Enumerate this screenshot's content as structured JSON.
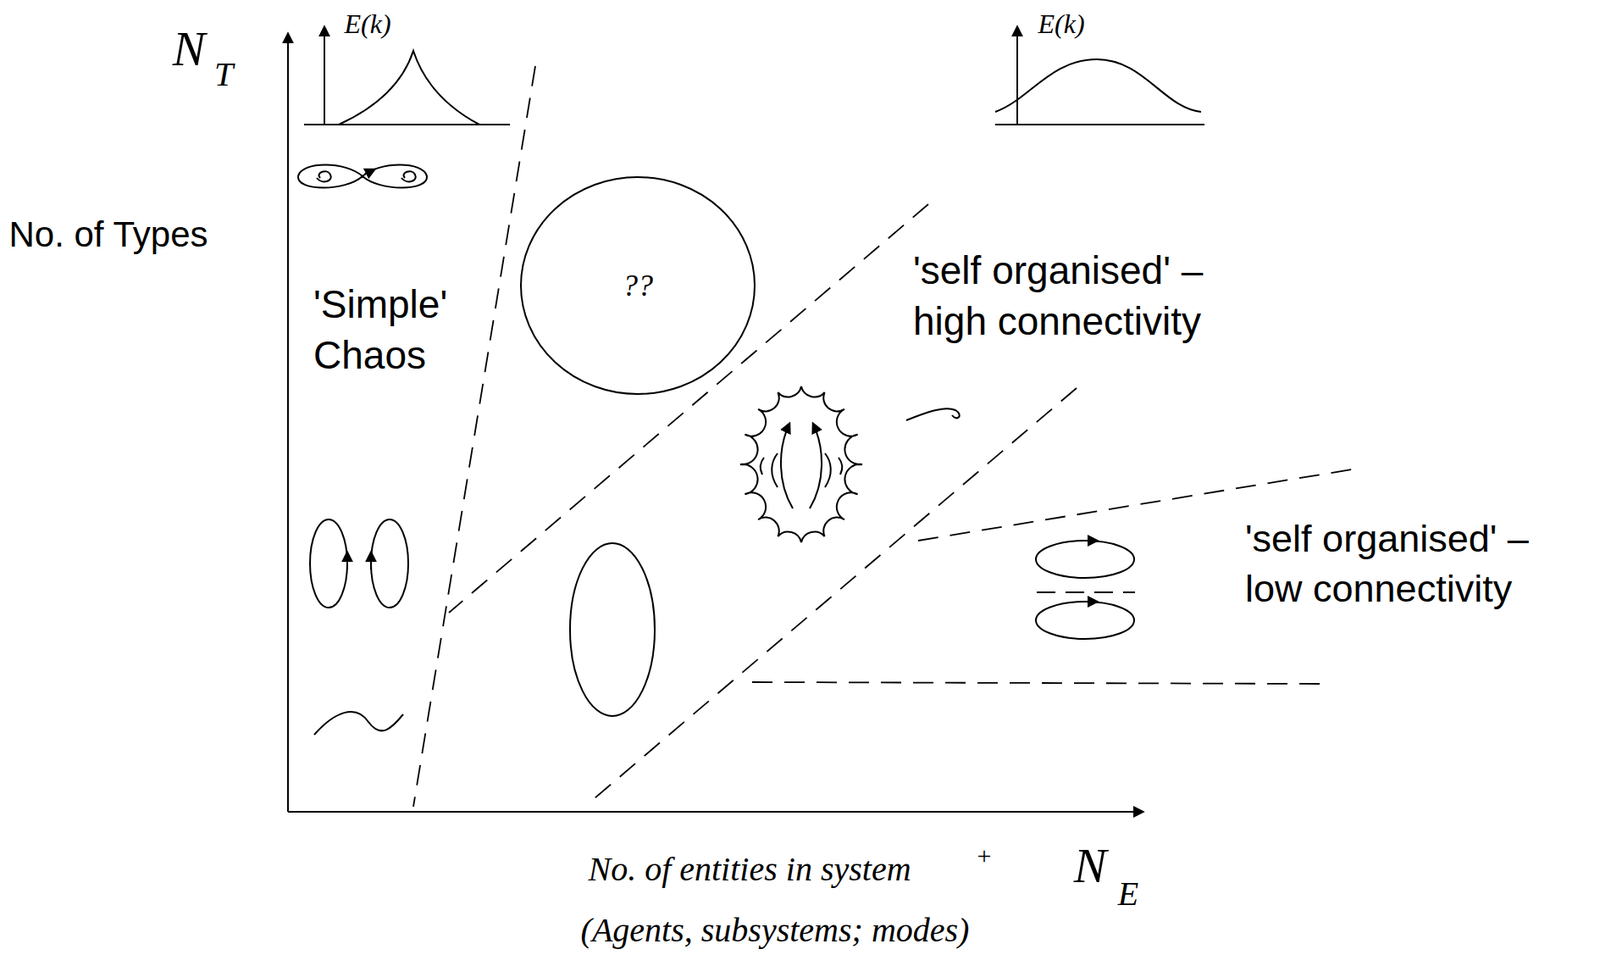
{
  "diagram": {
    "nodes": [
      {
        "text": [
          "??"
        ]
      }
    ],
    "labels": [
      "N",
      "T",
      "E(k)",
      "E(k)",
      "No. of Types",
      "'Simple' Chaos",
      "'self organised' – high connectivity",
      "'self organised' – low connectivity",
      "No. of entities in system",
      "+",
      "N",
      "E",
      "(Agents, subsystems; modes)"
    ]
  }
}
